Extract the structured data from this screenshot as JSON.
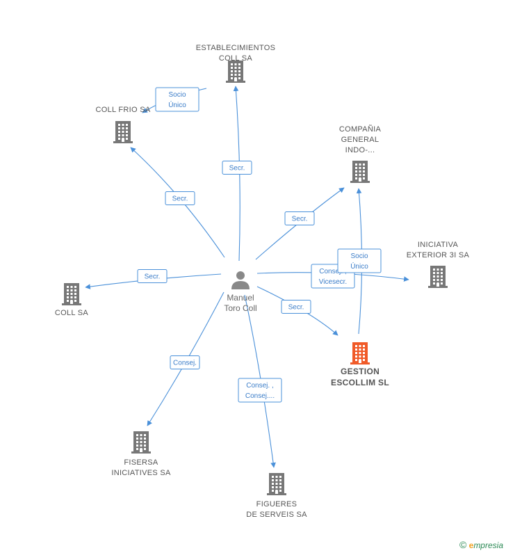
{
  "colors": {
    "edge": "#4a90d9",
    "building": "#777777",
    "building_highlight": "#f05a28",
    "person": "#888888"
  },
  "person": {
    "name_line1": "Manuel",
    "name_line2": "Toro Coll",
    "icon": "person-icon"
  },
  "companies": [
    {
      "id": "establecimientos",
      "lines": [
        "ESTABLECIMIENTOS",
        "COLL SA"
      ],
      "label_above": true,
      "highlight": false
    },
    {
      "id": "coll-frio",
      "lines": [
        "COLL FRIO SA"
      ],
      "label_above": true,
      "highlight": false
    },
    {
      "id": "compania",
      "lines": [
        "COMPAÑIA",
        "GENERAL",
        "INDO-..."
      ],
      "label_above": true,
      "highlight": false
    },
    {
      "id": "iniciativa",
      "lines": [
        "INICIATIVA",
        "EXTERIOR 3I SA"
      ],
      "label_above": true,
      "highlight": false
    },
    {
      "id": "coll-sa",
      "lines": [
        "COLL SA"
      ],
      "label_above": false,
      "highlight": false
    },
    {
      "id": "gestion",
      "lines": [
        "GESTION",
        "ESCOLLIM SL"
      ],
      "label_above": false,
      "highlight": true
    },
    {
      "id": "fisersa",
      "lines": [
        "FISERSA",
        "INICIATIVES SA"
      ],
      "label_above": false,
      "highlight": false
    },
    {
      "id": "figueres",
      "lines": [
        "FIGUERES",
        "DE SERVEIS SA"
      ],
      "label_above": false,
      "highlight": false
    }
  ],
  "edges": [
    {
      "id": "to-establecimientos",
      "lines": [
        "Secr."
      ]
    },
    {
      "id": "to-coll-frio",
      "lines": [
        "Secr."
      ]
    },
    {
      "id": "establecimientos-to-coll-frio",
      "lines": [
        "Socio",
        "Único"
      ]
    },
    {
      "id": "to-compania",
      "lines": [
        "Secr."
      ]
    },
    {
      "id": "to-iniciativa",
      "lines": [
        "Consej. ,",
        "Vicesecr."
      ]
    },
    {
      "id": "gestion-to-compania",
      "lines": [
        "Socio",
        "Único"
      ]
    },
    {
      "id": "to-gestion",
      "lines": [
        "Secr."
      ]
    },
    {
      "id": "to-coll-sa",
      "lines": [
        "Secr."
      ]
    },
    {
      "id": "to-fisersa",
      "lines": [
        "Consej."
      ]
    },
    {
      "id": "to-figueres",
      "lines": [
        "Consej. ,",
        "Consej...."
      ]
    }
  ],
  "footer": {
    "copyright": "©",
    "brand_initial": "e",
    "brand_rest": "mpresia"
  }
}
